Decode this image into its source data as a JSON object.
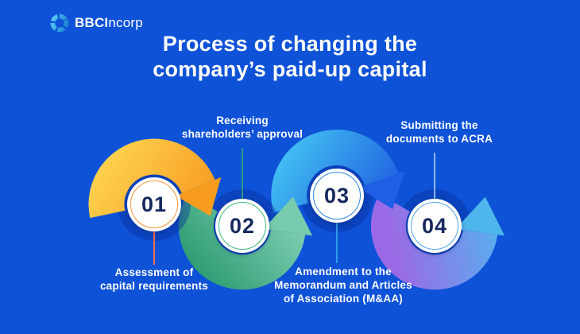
{
  "page": {
    "background_color": "#0E52D8",
    "kind": "process-infographic"
  },
  "logo": {
    "brand_bold": "BBCI",
    "brand_light": "ncorp",
    "icon_name": "swirl-logo-icon",
    "icon_color": "#3EC6F2"
  },
  "title": {
    "line1": "Process of changing the",
    "line2": "company’s paid-up capital",
    "color": "#FFFFFF"
  },
  "number_color": "#16285E",
  "steps": [
    {
      "number": "01",
      "label_lines": [
        "Assessment of",
        "capital requirements"
      ],
      "label_position": "below",
      "arrow_shape": "arch-with-down-arrow",
      "arrow_gradient": [
        "#FFDA54",
        "#F6921C"
      ],
      "ring_color": "#F5953B",
      "connector_color": "#EE6D4A"
    },
    {
      "number": "02",
      "label_lines": [
        "Receiving",
        "shareholders’ approval"
      ],
      "label_position": "above",
      "arrow_shape": "valley-with-up-arrow",
      "arrow_gradient": [
        "#2B9A70",
        "#93DCC2"
      ],
      "ring_color": "#3CB87E",
      "connector_color": "#2FAF7B"
    },
    {
      "number": "03",
      "label_lines": [
        "Amendment to the",
        "Memorandum and Articles",
        "of Association (M&AA)"
      ],
      "label_position": "below",
      "arrow_shape": "arch-with-down-arrow",
      "arrow_gradient": [
        "#44C6F3",
        "#1C55DE"
      ],
      "ring_color": "#2E86E0",
      "connector_color": "#2E9BE8"
    },
    {
      "number": "04",
      "label_lines": [
        "Submitting the",
        "documents to ACRA"
      ],
      "label_position": "above",
      "arrow_shape": "valley-with-up-arrow",
      "arrow_gradient": [
        "#9C69E6",
        "#4FB9EE"
      ],
      "ring_color": "#55A4EA",
      "connector_color": "#A9D4F4"
    }
  ]
}
